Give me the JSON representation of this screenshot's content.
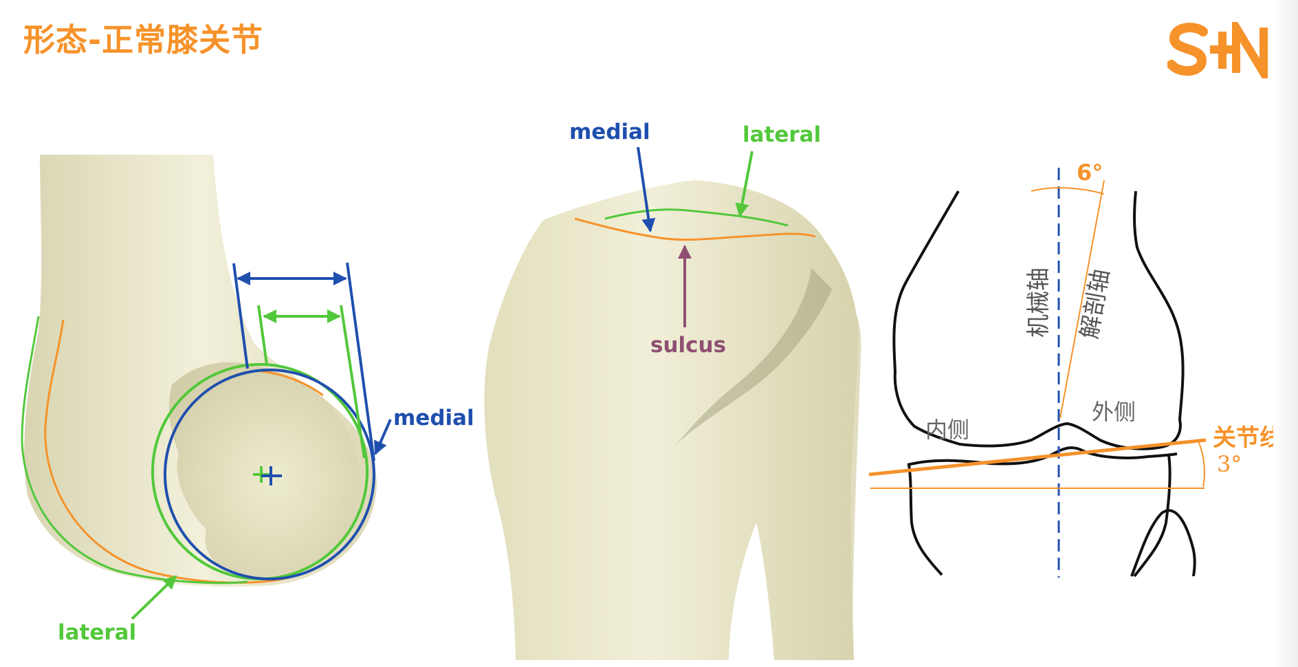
{
  "title": "形态-正常膝关节",
  "logo": {
    "text": "S+N",
    "icon": "sn-logo-icon"
  },
  "colors": {
    "orange": "#f6922a",
    "title_orange": "#f6922a",
    "blue": "#1f4fae",
    "green": "#52c83a",
    "purple": "#8f4f72",
    "bone": "#e6e3c4",
    "outline": "#111111"
  },
  "panel_left": {
    "medial_label": "medial",
    "lateral_label": "lateral"
  },
  "panel_middle": {
    "medial_label": "medial",
    "lateral_label": "lateral",
    "sulcus_label": "sulcus"
  },
  "panel_right": {
    "mechanical_axis_label": "机械轴",
    "anatomical_axis_label": "解剖轴",
    "medial_side_label": "内侧",
    "lateral_side_label": "外侧",
    "joint_line_label": "关节线",
    "axis_angle_label": "6°",
    "joint_line_angle_label": "3°"
  }
}
